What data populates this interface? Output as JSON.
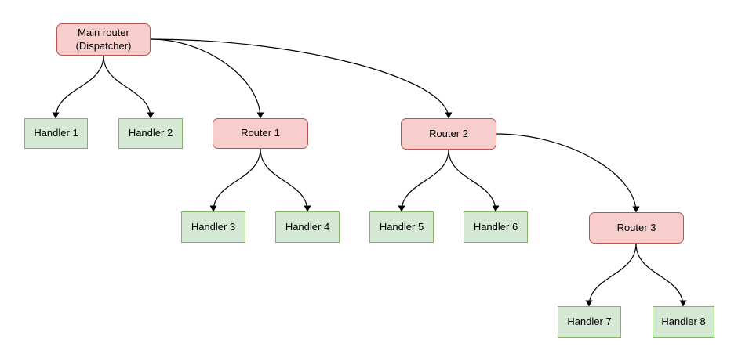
{
  "colors": {
    "canvas-bg": "#ffffff",
    "router-fill": "#f8cecc",
    "router-stroke": "#b85450",
    "handler-fill": "#d5e8d4",
    "handler-stroke": "#82b366",
    "edge-stroke": "#000000",
    "text-color": "#000000"
  },
  "nodes": {
    "main_router": {
      "label": "Main router\n(Dispatcher)",
      "type": "router"
    },
    "router1": {
      "label": "Router 1",
      "type": "router"
    },
    "router2": {
      "label": "Router 2",
      "type": "router"
    },
    "router3": {
      "label": "Router 3",
      "type": "router"
    },
    "handler1": {
      "label": "Handler 1",
      "type": "handler"
    },
    "handler2": {
      "label": "Handler 2",
      "type": "handler"
    },
    "handler3": {
      "label": "Handler 3",
      "type": "handler"
    },
    "handler4": {
      "label": "Handler 4",
      "type": "handler"
    },
    "handler5": {
      "label": "Handler 5",
      "type": "handler"
    },
    "handler6": {
      "label": "Handler 6",
      "type": "handler"
    },
    "handler7": {
      "label": "Handler 7",
      "type": "handler"
    },
    "handler8": {
      "label": "Handler 8",
      "type": "handler"
    }
  },
  "edges": [
    {
      "from": "main_router",
      "to": "handler1"
    },
    {
      "from": "main_router",
      "to": "handler2"
    },
    {
      "from": "main_router",
      "to": "router1"
    },
    {
      "from": "main_router",
      "to": "router2"
    },
    {
      "from": "router1",
      "to": "handler3"
    },
    {
      "from": "router1",
      "to": "handler4"
    },
    {
      "from": "router2",
      "to": "handler5"
    },
    {
      "from": "router2",
      "to": "handler6"
    },
    {
      "from": "router2",
      "to": "router3"
    },
    {
      "from": "router3",
      "to": "handler7"
    },
    {
      "from": "router3",
      "to": "handler8"
    }
  ]
}
